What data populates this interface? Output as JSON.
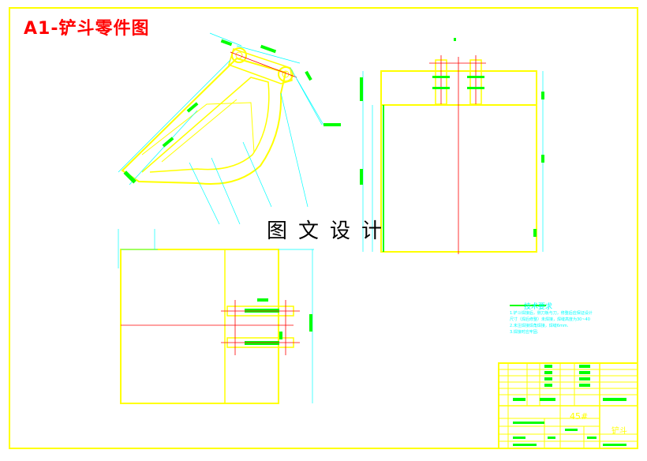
{
  "drawing": {
    "title": "A1-铲斗零件图",
    "watermark": "图文设计"
  },
  "technical_requirements": {
    "title": "技术要求",
    "lines": [
      "1.铲斗焊接后，侧刀板与刀，修整后应保证设计",
      "  尺寸（焊后修整）未焊接，焊缝高度为30~40",
      "2.未注焊接焊角焊接，焊缝6mm.",
      "3.焊接时应牢固."
    ]
  },
  "title_block": {
    "material": "45#",
    "part_name": "铲斗"
  },
  "colors": {
    "background": "#ffffff",
    "outline": "#ffff00",
    "dimension": "#00ffff",
    "centerline": "#ff0000",
    "marker": "#00ff00",
    "title": "#ff0000",
    "frame": "#ffff00"
  }
}
